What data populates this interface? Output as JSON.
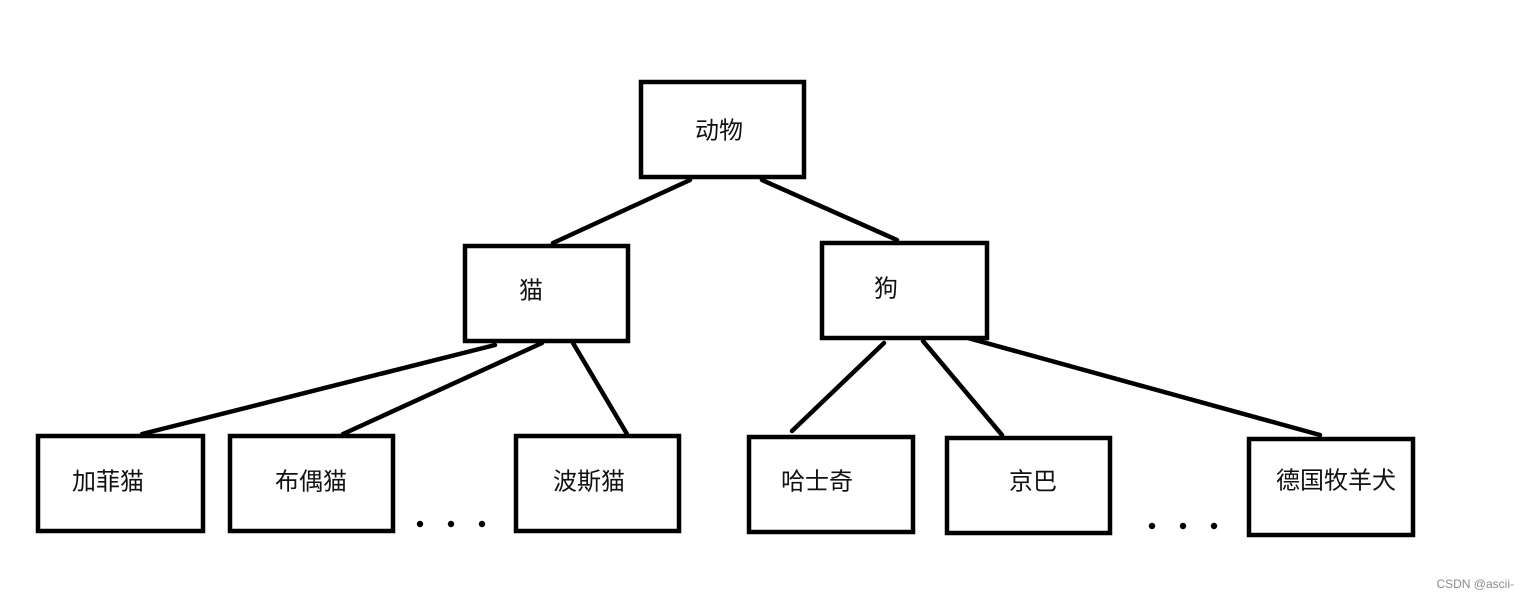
{
  "diagram": {
    "nodes": {
      "root": {
        "label": "动物"
      },
      "cat": {
        "label": "猫"
      },
      "dog": {
        "label": "狗"
      },
      "garfield": {
        "label": "加菲猫"
      },
      "ragdoll": {
        "label": "布偶猫"
      },
      "persian": {
        "label": "波斯猫"
      },
      "husky": {
        "label": "哈士奇"
      },
      "pekingese": {
        "label": "京巴"
      },
      "shepherd": {
        "label": "德国牧羊犬"
      }
    },
    "edges": [
      [
        "root",
        "cat"
      ],
      [
        "root",
        "dog"
      ],
      [
        "cat",
        "garfield"
      ],
      [
        "cat",
        "ragdoll"
      ],
      [
        "cat",
        "persian"
      ],
      [
        "dog",
        "husky"
      ],
      [
        "dog",
        "pekingese"
      ],
      [
        "dog",
        "shepherd"
      ]
    ]
  },
  "watermark": "CSDN @ascii-"
}
